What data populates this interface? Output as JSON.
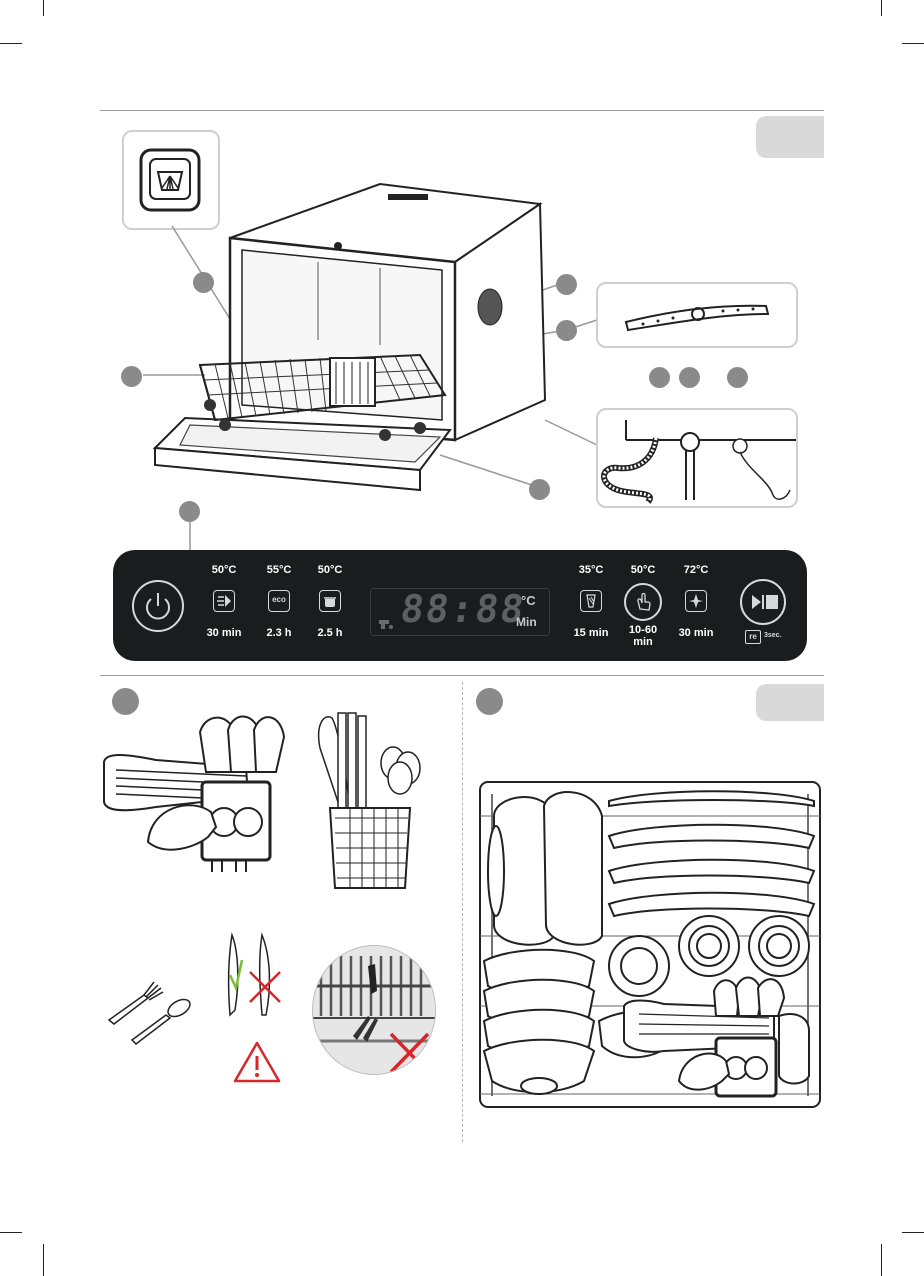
{
  "control_panel": {
    "programs_left": [
      {
        "temp": "50°C",
        "time": "30 min",
        "icon": "quick-wash-icon"
      },
      {
        "temp": "55°C",
        "time": "2.3 h",
        "icon_text": "eco",
        "icon": "eco-icon"
      },
      {
        "temp": "50°C",
        "time": "2.5 h",
        "icon": "pot-icon"
      }
    ],
    "display": {
      "digits": "88:88",
      "unit_c": "°C",
      "unit_min": "Min"
    },
    "programs_right": [
      {
        "temp": "35°C",
        "time": "15 min",
        "icon": "glass-icon"
      },
      {
        "temp": "50°C",
        "time": "10-60\nmin",
        "icon": "hand-touch-icon"
      },
      {
        "temp": "72°C",
        "time": "30 min",
        "icon": "sparkle-icon"
      }
    ],
    "reset_label": "re",
    "reset_hint": "3sec."
  },
  "colors": {
    "panel": "#1b1c1e",
    "marker": "#8a8a8a",
    "warning": "#d9262a",
    "check": "#7dbb3c"
  }
}
